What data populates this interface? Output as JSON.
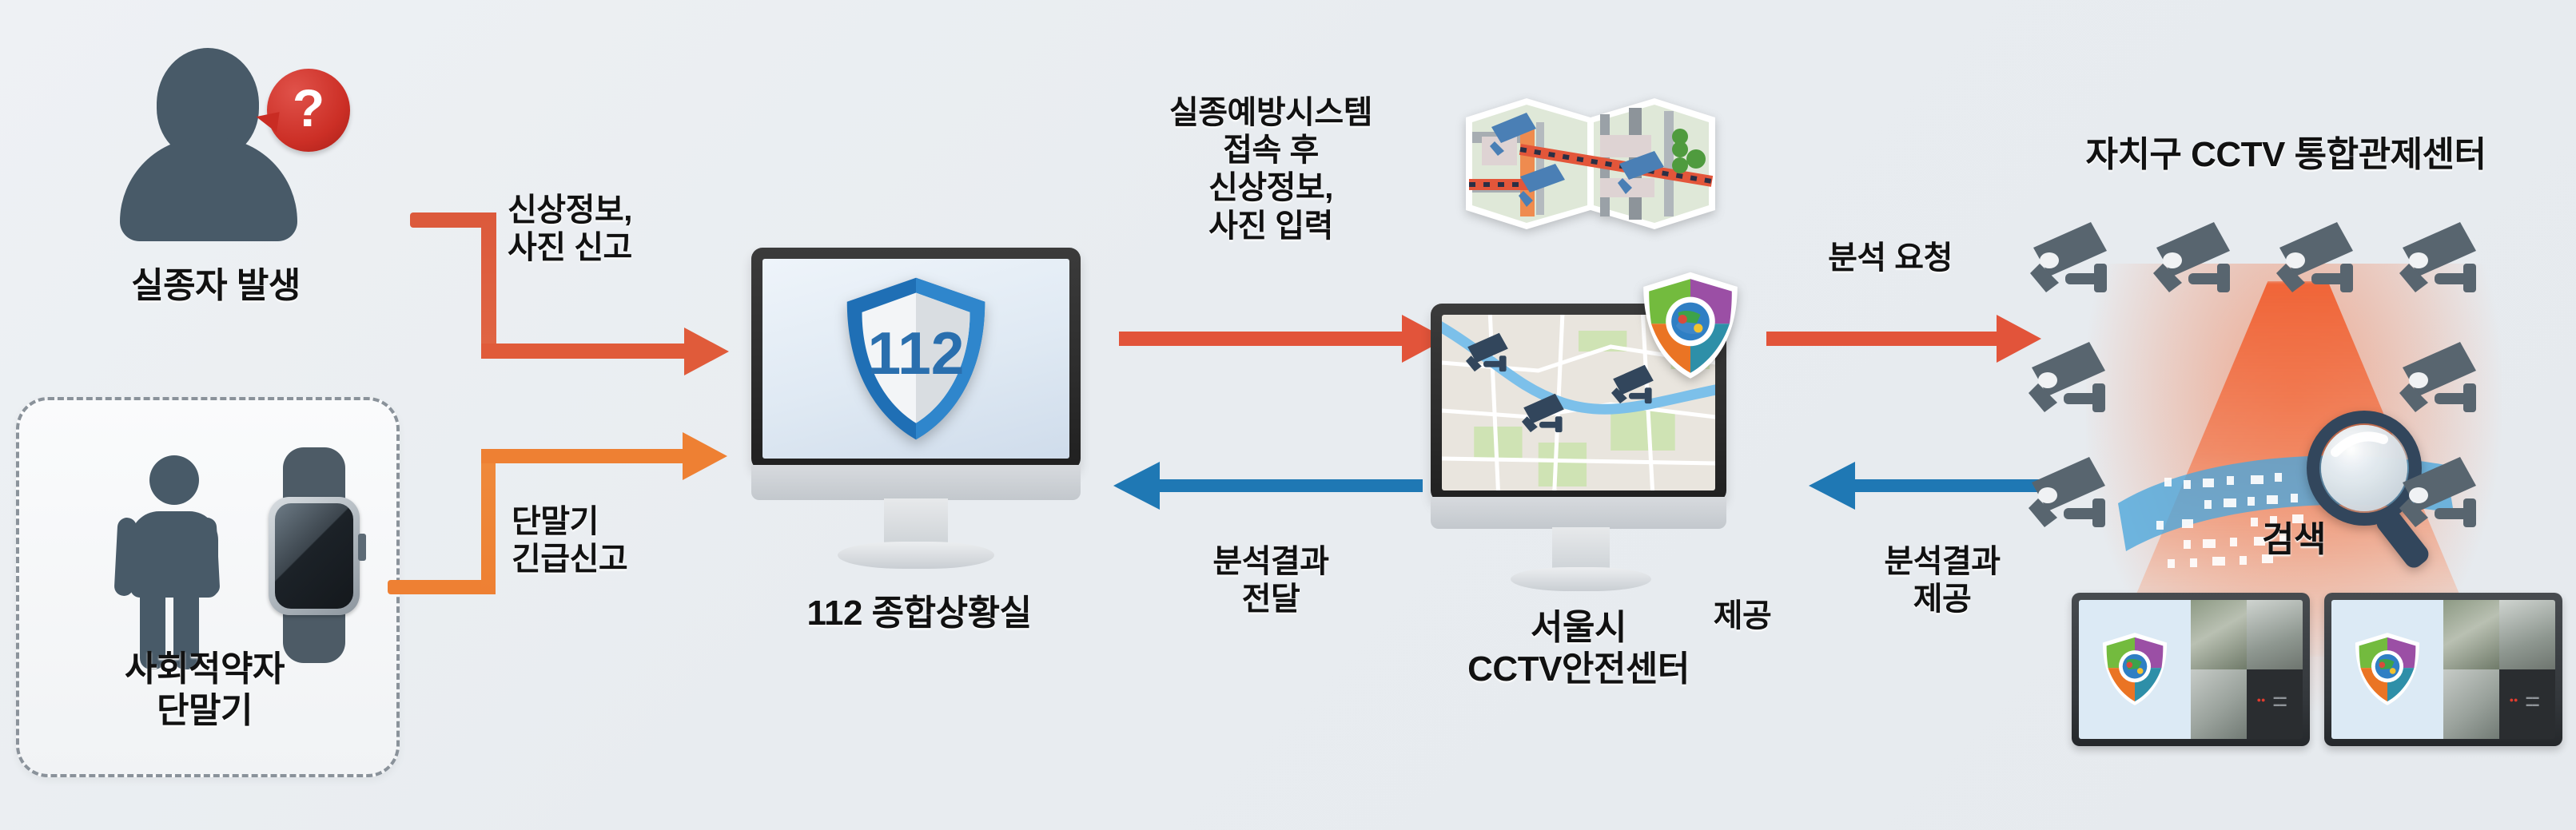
{
  "diagram": {
    "title_right": "자치구 CCTV 통합관제센터",
    "background_color": "#e9edf1",
    "nodes": [
      {
        "id": "missing-person",
        "label": "실종자 발생",
        "icon": "person-question-icon"
      },
      {
        "id": "vulnerable-device",
        "label": "사회적약자\n단말기",
        "icon": "person-watch-icon"
      },
      {
        "id": "situation-room",
        "label": "112 종합상황실",
        "icon": "monitor-112-shield-icon",
        "screen_text": "112"
      },
      {
        "id": "seoul-cctv-center",
        "label": "서울시\nCCTV안전센터",
        "icon": "monitor-map-cctv-icon"
      },
      {
        "id": "district-center",
        "label": "자치구 CCTV 통합관제센터",
        "icon": "cctv-array-icon"
      }
    ],
    "edges": [
      {
        "id": "e1",
        "label": "신상정보,\n사진 신고",
        "color": "#e05b3a",
        "direction": "right"
      },
      {
        "id": "e2",
        "label": "단말기\n긴급신고",
        "color": "#ee8033",
        "direction": "right"
      },
      {
        "id": "e3",
        "label": "실종예방시스템\n접속 후\n신상정보,\n사진 입력",
        "color": "#e2543a",
        "direction": "right"
      },
      {
        "id": "e4",
        "label": "분석 요청",
        "color": "#e2543a",
        "direction": "right"
      },
      {
        "id": "e5",
        "label": "분석결과\n전달",
        "color": "#1f78b4",
        "direction": "left"
      },
      {
        "id": "e6",
        "label": "분석결과\n제공",
        "color": "#1f78b4",
        "direction": "left"
      }
    ],
    "annotations": [
      {
        "id": "provide",
        "label": "제공"
      },
      {
        "id": "search",
        "label": "검색"
      }
    ],
    "colors": {
      "red_arrow": "#e05b3a",
      "orange_arrow": "#ee8033",
      "blue_arrow": "#1f78b4",
      "silhouette": "#485a68",
      "bubble_red": "#cc2f26",
      "shield_blue": "#2a78bd",
      "cone_orange": "#f05c2d"
    }
  }
}
